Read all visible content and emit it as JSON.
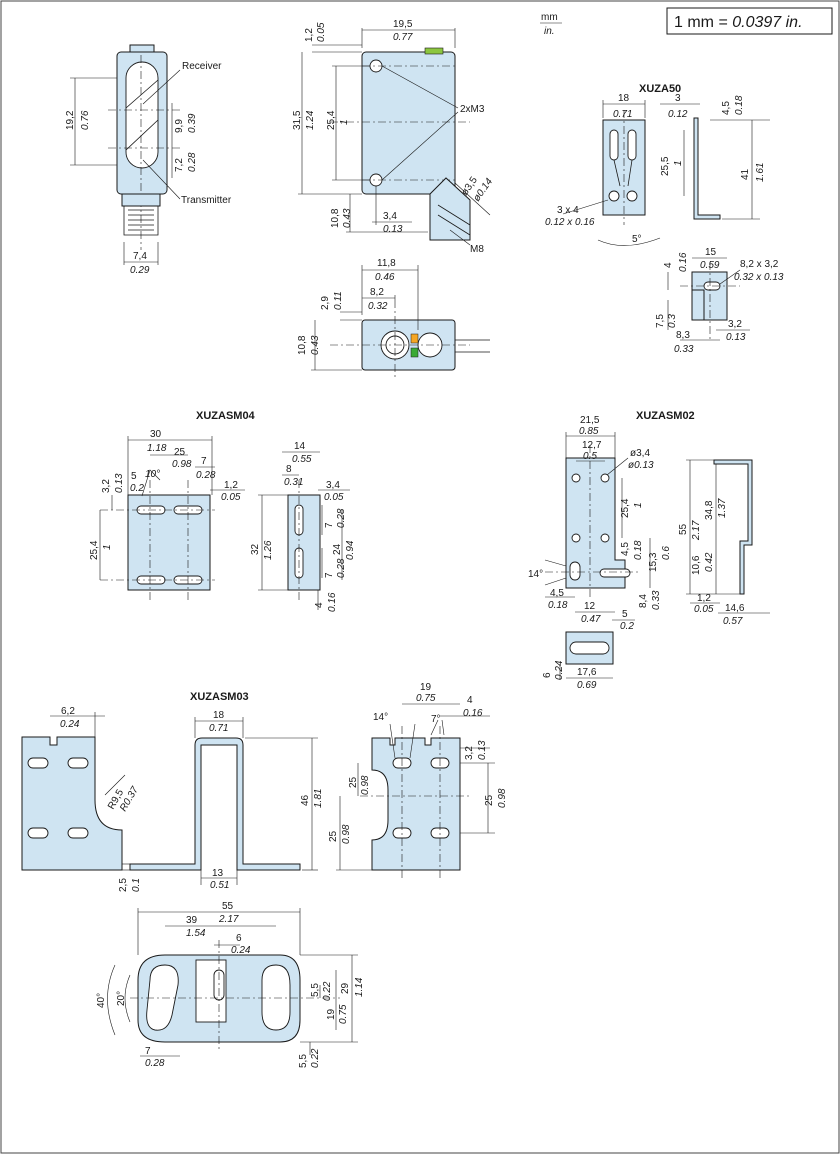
{
  "units": {
    "top": "mm",
    "bottom": "in."
  },
  "conversion": {
    "prefix": "1 mm = ",
    "value": "0.0397 in."
  },
  "sensor": {
    "labels": {
      "receiver": "Receiver",
      "transmitter": "Transmitter",
      "mounting": "2xM3",
      "connector": "M8"
    },
    "front": {
      "h_total": [
        "19,2",
        "0.76"
      ],
      "upper": [
        "9,9",
        "0.39"
      ],
      "lower": [
        "7,2",
        "0.28"
      ],
      "width": [
        "7,4",
        "0.29"
      ]
    },
    "side": {
      "width": [
        "19,5",
        "0.77"
      ],
      "top": [
        "1,2",
        "0.05"
      ],
      "height": [
        "31,5",
        "1.24"
      ],
      "holes": [
        "25,4",
        "1"
      ],
      "bottom": [
        "10,8",
        "0.43"
      ],
      "offset": [
        "3,4",
        "0.13"
      ],
      "cable": [
        "ø3,5",
        "ø0.14"
      ]
    },
    "top_view": {
      "w1": [
        "11,8",
        "0.46"
      ],
      "w2": [
        "8,2",
        "0.32"
      ],
      "h1": [
        "2,9",
        "0.11"
      ],
      "h2": [
        "10,8",
        "0.43"
      ]
    }
  },
  "xuza50": {
    "title": "XUZA50",
    "dims": {
      "w": [
        "18",
        "0.71"
      ],
      "t": [
        "3",
        "0.12"
      ],
      "a": [
        "4,5",
        "0.18"
      ],
      "h1": [
        "25,5",
        "1"
      ],
      "h2": [
        "41",
        "1.61"
      ],
      "slot": [
        "3 x 4",
        "0.12 x 0.16"
      ],
      "angle": "5°"
    },
    "detail": {
      "w": [
        "15",
        "0.59"
      ],
      "slot": [
        "8,2 x 3,2",
        "0.32 x 0.13"
      ],
      "h1": [
        "4",
        "0.16"
      ],
      "h2": [
        "7,5",
        "0.3"
      ],
      "w2": [
        "8,3",
        "0.33"
      ],
      "w3": [
        "3,2",
        "0.13"
      ]
    }
  },
  "xuzasm04": {
    "title": "XUZASM04",
    "dims": {
      "w30": [
        "30",
        "1.18"
      ],
      "w25": [
        "25",
        "0.98"
      ],
      "w7": [
        "7",
        "0.28"
      ],
      "t": [
        "1,2",
        "0.05"
      ],
      "s5": [
        "5",
        "0.2"
      ],
      "h3": [
        "3,2",
        "0.13"
      ],
      "h25": [
        "25,4",
        "1"
      ],
      "angle": "10°"
    },
    "side": {
      "w14": [
        "14",
        "0.55"
      ],
      "w8": [
        "8",
        "0.31"
      ],
      "w34": [
        "3,4",
        "0.05"
      ],
      "h32": [
        "32",
        "1.26"
      ],
      "h24": [
        "24",
        "0.94"
      ],
      "h7a": [
        "7",
        "0.28"
      ],
      "h7b": [
        "7",
        "0.28"
      ],
      "h4": [
        "4",
        "0.16"
      ]
    }
  },
  "xuzasm02": {
    "title": "XUZASM02",
    "dims": {
      "w21": [
        "21,5",
        "0.85"
      ],
      "w12": [
        "12,7",
        "0.5"
      ],
      "hole": [
        "ø3,4",
        "ø0.13"
      ],
      "h25": [
        "25,4",
        "1"
      ],
      "h45a": [
        "4,5",
        "0.18"
      ],
      "h15": [
        "15,3",
        "0.6"
      ],
      "h84": [
        "8,4",
        "0.33"
      ],
      "angle": "14°",
      "w45": [
        "4,5",
        "0.18"
      ],
      "w12b": [
        "12",
        "0.47"
      ],
      "w5": [
        "5",
        "0.2"
      ]
    },
    "side": {
      "h55": [
        "55",
        "2.17"
      ],
      "h34": [
        "34,8",
        "1.37"
      ],
      "h106": [
        "10,6",
        "0.42"
      ],
      "t": [
        "1,2",
        "0.05"
      ],
      "w": [
        "14,6",
        "0.57"
      ]
    },
    "bottom": {
      "w": [
        "17,6",
        "0.69"
      ],
      "h": [
        "6",
        "0.24"
      ]
    }
  },
  "xuzasm03": {
    "title": "XUZASM03",
    "dims": {
      "w6": [
        "6,2",
        "0.24"
      ],
      "r": [
        "R9,5",
        "R0.37"
      ],
      "w18": [
        "18",
        "0.71"
      ],
      "h46": [
        "46",
        "1.81"
      ],
      "w13": [
        "13",
        "0.51"
      ],
      "t": [
        "2,5",
        "0.1"
      ]
    },
    "side": {
      "w19": [
        "19",
        "0.75"
      ],
      "w4": [
        "4",
        "0.16"
      ],
      "a14": "14°",
      "a7": "7°",
      "h32": [
        "3,2",
        "0.13"
      ],
      "h25a": [
        "25",
        "0.98"
      ],
      "h25b": [
        "25",
        "0.98"
      ],
      "h25c": [
        "25",
        "0.98"
      ]
    },
    "bottom": {
      "w55": [
        "55",
        "2.17"
      ],
      "w39": [
        "39",
        "1.54"
      ],
      "w6": [
        "6",
        "0.24"
      ],
      "a40": "40°",
      "a20": "20°",
      "w7": [
        "7",
        "0.28"
      ],
      "h55a": [
        "5,5",
        "0.22"
      ],
      "h29": [
        "29",
        "1.14"
      ],
      "h19": [
        "19",
        "0.75"
      ],
      "h55b": [
        "5,5",
        "0.22"
      ]
    }
  }
}
